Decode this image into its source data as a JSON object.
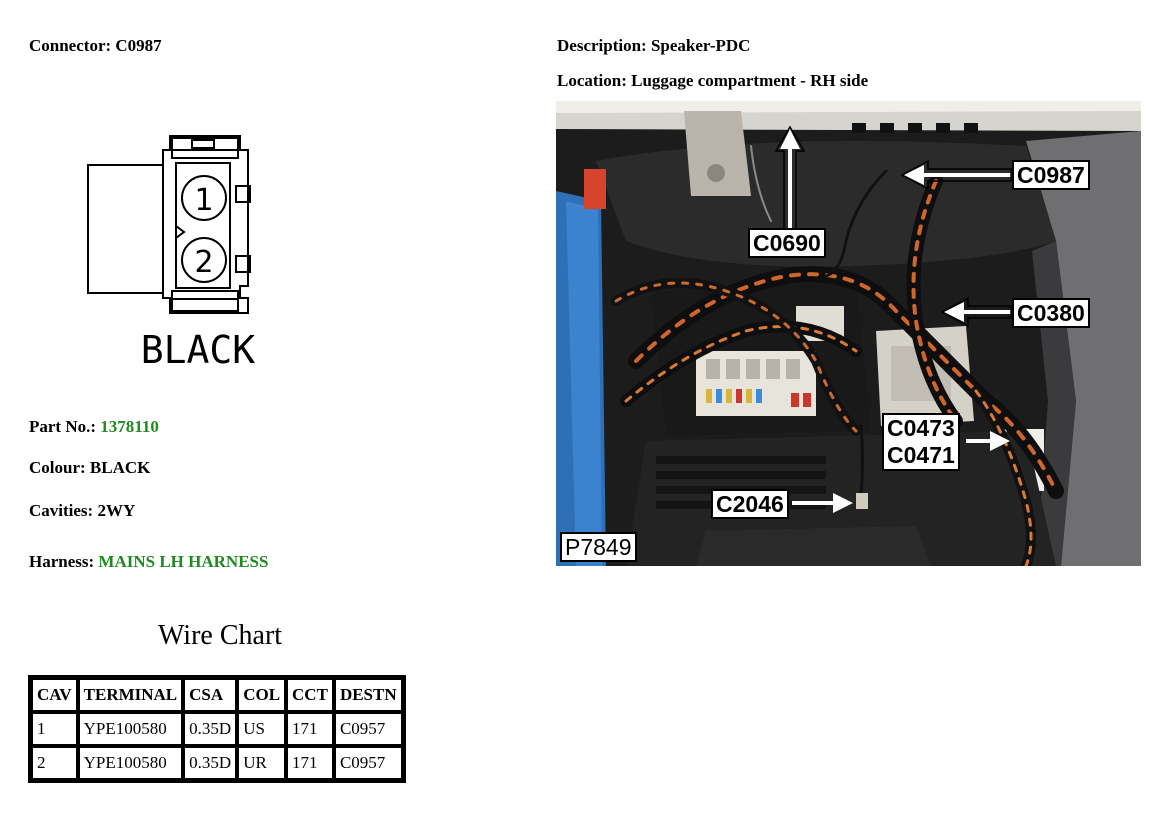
{
  "connector": {
    "label": "Connector:",
    "value": "C0987"
  },
  "description": {
    "label": "Description:",
    "value": "Speaker-PDC"
  },
  "location": {
    "label": "Location:",
    "value": "Luggage compartment - RH side"
  },
  "diagram": {
    "pin1": "1",
    "pin2": "2",
    "colour_label": "BLACK"
  },
  "part_no": {
    "label": "Part No.:",
    "value": "1378110"
  },
  "colour": {
    "label": "Colour:",
    "value": "BLACK"
  },
  "cavities": {
    "label": "Cavities:",
    "value": "2WY"
  },
  "harness": {
    "label": "Harness:",
    "value": "MAINS LH HARNESS"
  },
  "wire_chart": {
    "title": "Wire Chart",
    "headers": [
      "CAV",
      "TERMINAL",
      "CSA",
      "COL",
      "CCT",
      "DESTN"
    ],
    "rows": [
      [
        "1",
        "YPE100580",
        "0.35D",
        "US",
        "171",
        "C0957"
      ],
      [
        "2",
        "YPE100580",
        "0.35D",
        "UR",
        "171",
        "C0957"
      ]
    ]
  },
  "photo": {
    "callouts": [
      "C0987",
      "C0690",
      "C0380",
      "C0473",
      "C0471",
      "C2046"
    ],
    "reference": "P7849"
  },
  "colors": {
    "green": "#1f8a1f"
  }
}
